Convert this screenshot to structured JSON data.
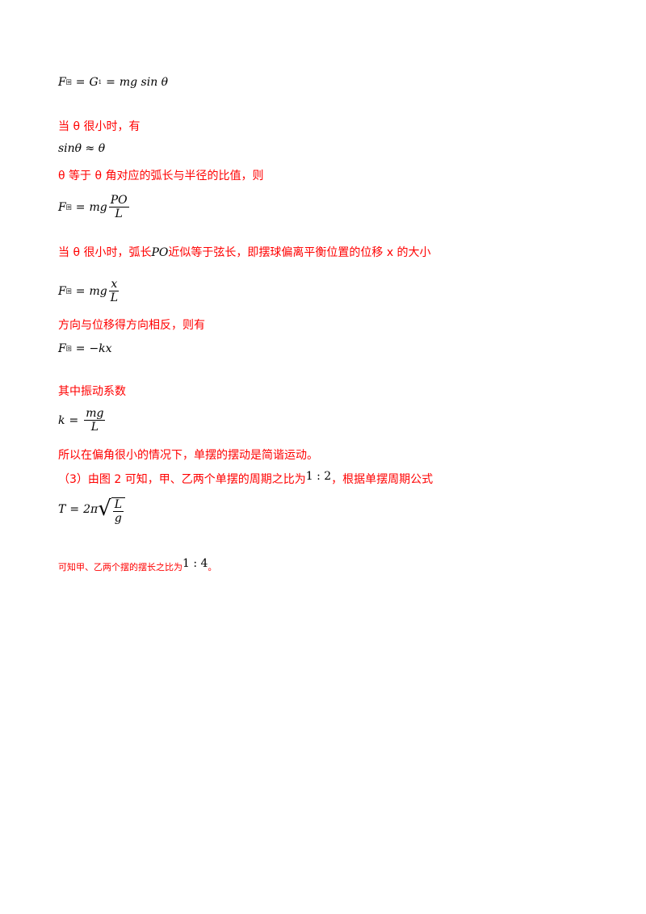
{
  "lines": {
    "eq1": {
      "F": "F",
      "Fsub": "回",
      "G": "G",
      "Gsub": "1",
      "rhs": "mg sin θ"
    },
    "t1": "当 θ 很小时，有",
    "eq2": "sinθ ≈ θ",
    "t2": "θ 等于 θ 角对应的弧长与半径的比值，则",
    "eq3": {
      "F": "F",
      "Fsub": "回",
      "coef": "mg",
      "num": "PO",
      "den": "L"
    },
    "t3a": "当 θ 很小时，弧长",
    "t3arc": "PO",
    "t3b": "近似等于弦长，即摆球偏离平衡位置的位移 x 的大小",
    "eq4": {
      "F": "F",
      "Fsub": "回",
      "coef": "mg",
      "num": "x",
      "den": "L"
    },
    "t4": "方向与位移得方向相反，则有",
    "eq5": {
      "F": "F",
      "Fsub": "回",
      "rhs": "−kx"
    },
    "t5": "其中振动系数",
    "eq6": {
      "k": "k",
      "num": "mg",
      "den": "L"
    },
    "t6": "所以在偏角很小的情况下，单摆的摆动是简谐运动。",
    "t7a": "（3）由图 2 可知，甲、乙两个单摆的周期之比为",
    "t7ratio": "1 : 2",
    "t7b": "，根据单摆周期公式",
    "eq7": {
      "T": "T",
      "coef": "2π",
      "num": "L",
      "den": "g"
    },
    "t8a": "可知甲、乙两个摆的摆长之比为",
    "t8ratio": "1 : 4",
    "t8b": "。"
  }
}
